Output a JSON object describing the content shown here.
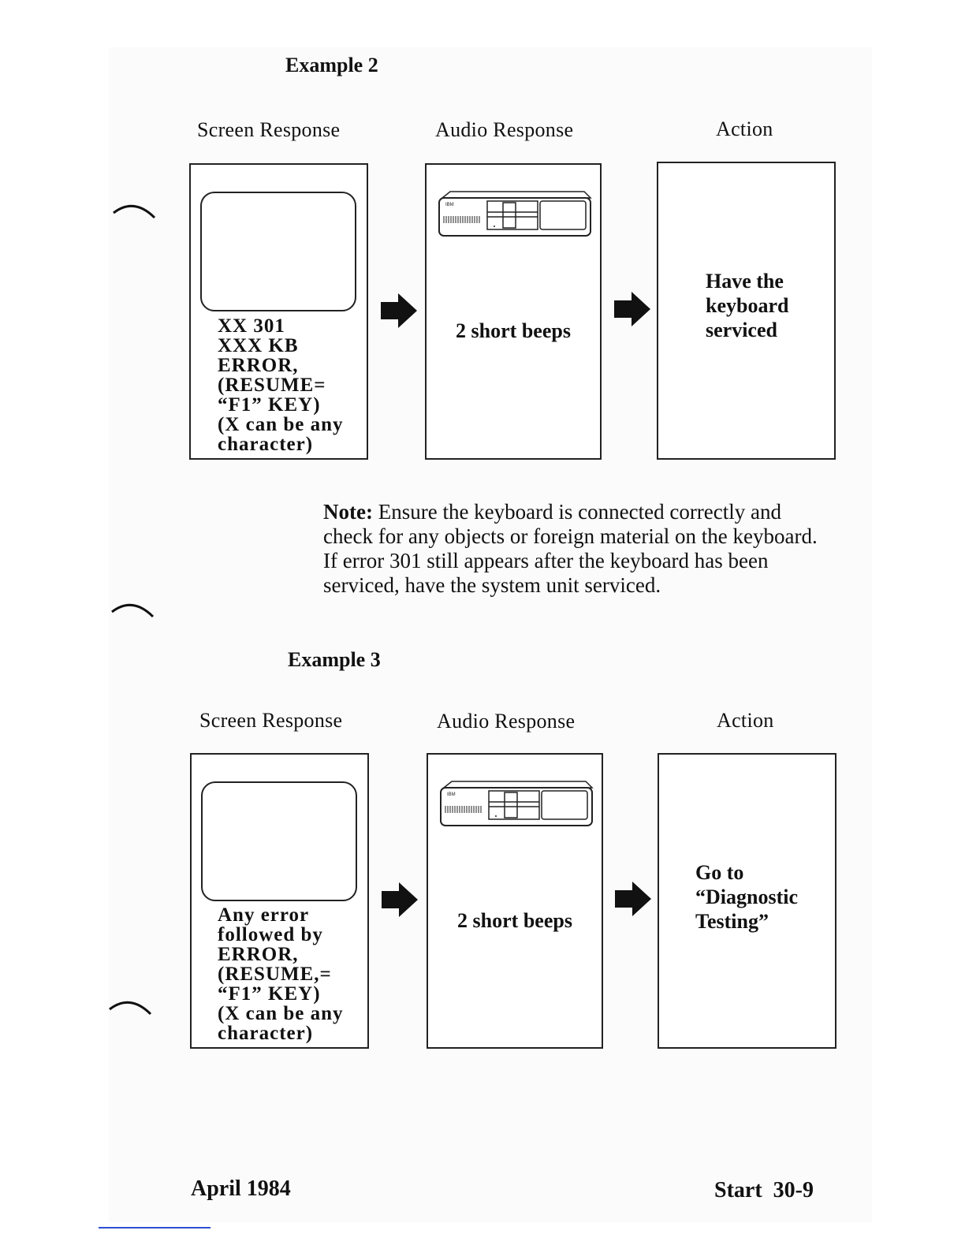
{
  "example2": {
    "title": "Example 2",
    "col_screen": "Screen Response",
    "col_audio": "Audio Response",
    "col_action": "Action",
    "screen_text": "XX 301\nXXX KB\nERROR,\n(RESUME=\n“F1” KEY)\n(X can be any\ncharacter)",
    "audio_text": "2 short beeps",
    "action_text": "Have the\nkeyboard\nserviced"
  },
  "note": {
    "label": "Note:",
    "text": " Ensure the keyboard is connected correctly and check for any objects or foreign material on the keyboard.  If error 301 still appears after the keyboard has been serviced, have the system unit serviced."
  },
  "example3": {
    "title": "Example 3",
    "col_screen": "Screen Response",
    "col_audio": "Audio Response",
    "col_action": "Action",
    "screen_text": "Any error\nfollowed by\nERROR,\n(RESUME,=\n“F1” KEY)\n(X can be any\ncharacter)",
    "audio_text": "2 short beeps",
    "action_text": "Go to\n“Diagnostic\nTesting”"
  },
  "pc_logo": "IBM",
  "footer": {
    "date": "April 1984",
    "page": "Start  30-9"
  }
}
